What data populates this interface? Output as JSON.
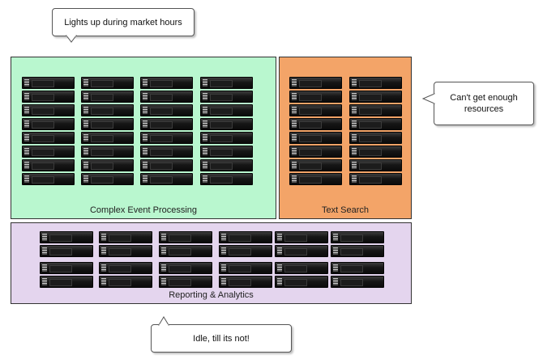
{
  "panels": {
    "cep": {
      "label": "Complex Event Processing",
      "color": "#b9f7cf"
    },
    "text_search": {
      "label": "Text Search",
      "color": "#f3a468"
    },
    "reporting": {
      "label": "Reporting & Analytics",
      "color": "#e4d5ee"
    }
  },
  "callouts": {
    "market": "Lights up during market hours",
    "resources": "Can't get enough resources",
    "idle": "Idle, till its not!"
  },
  "racks": {
    "cep": 4,
    "text_search": 2,
    "reporting": 12
  },
  "icons": {
    "server": "server-rack-icon"
  }
}
